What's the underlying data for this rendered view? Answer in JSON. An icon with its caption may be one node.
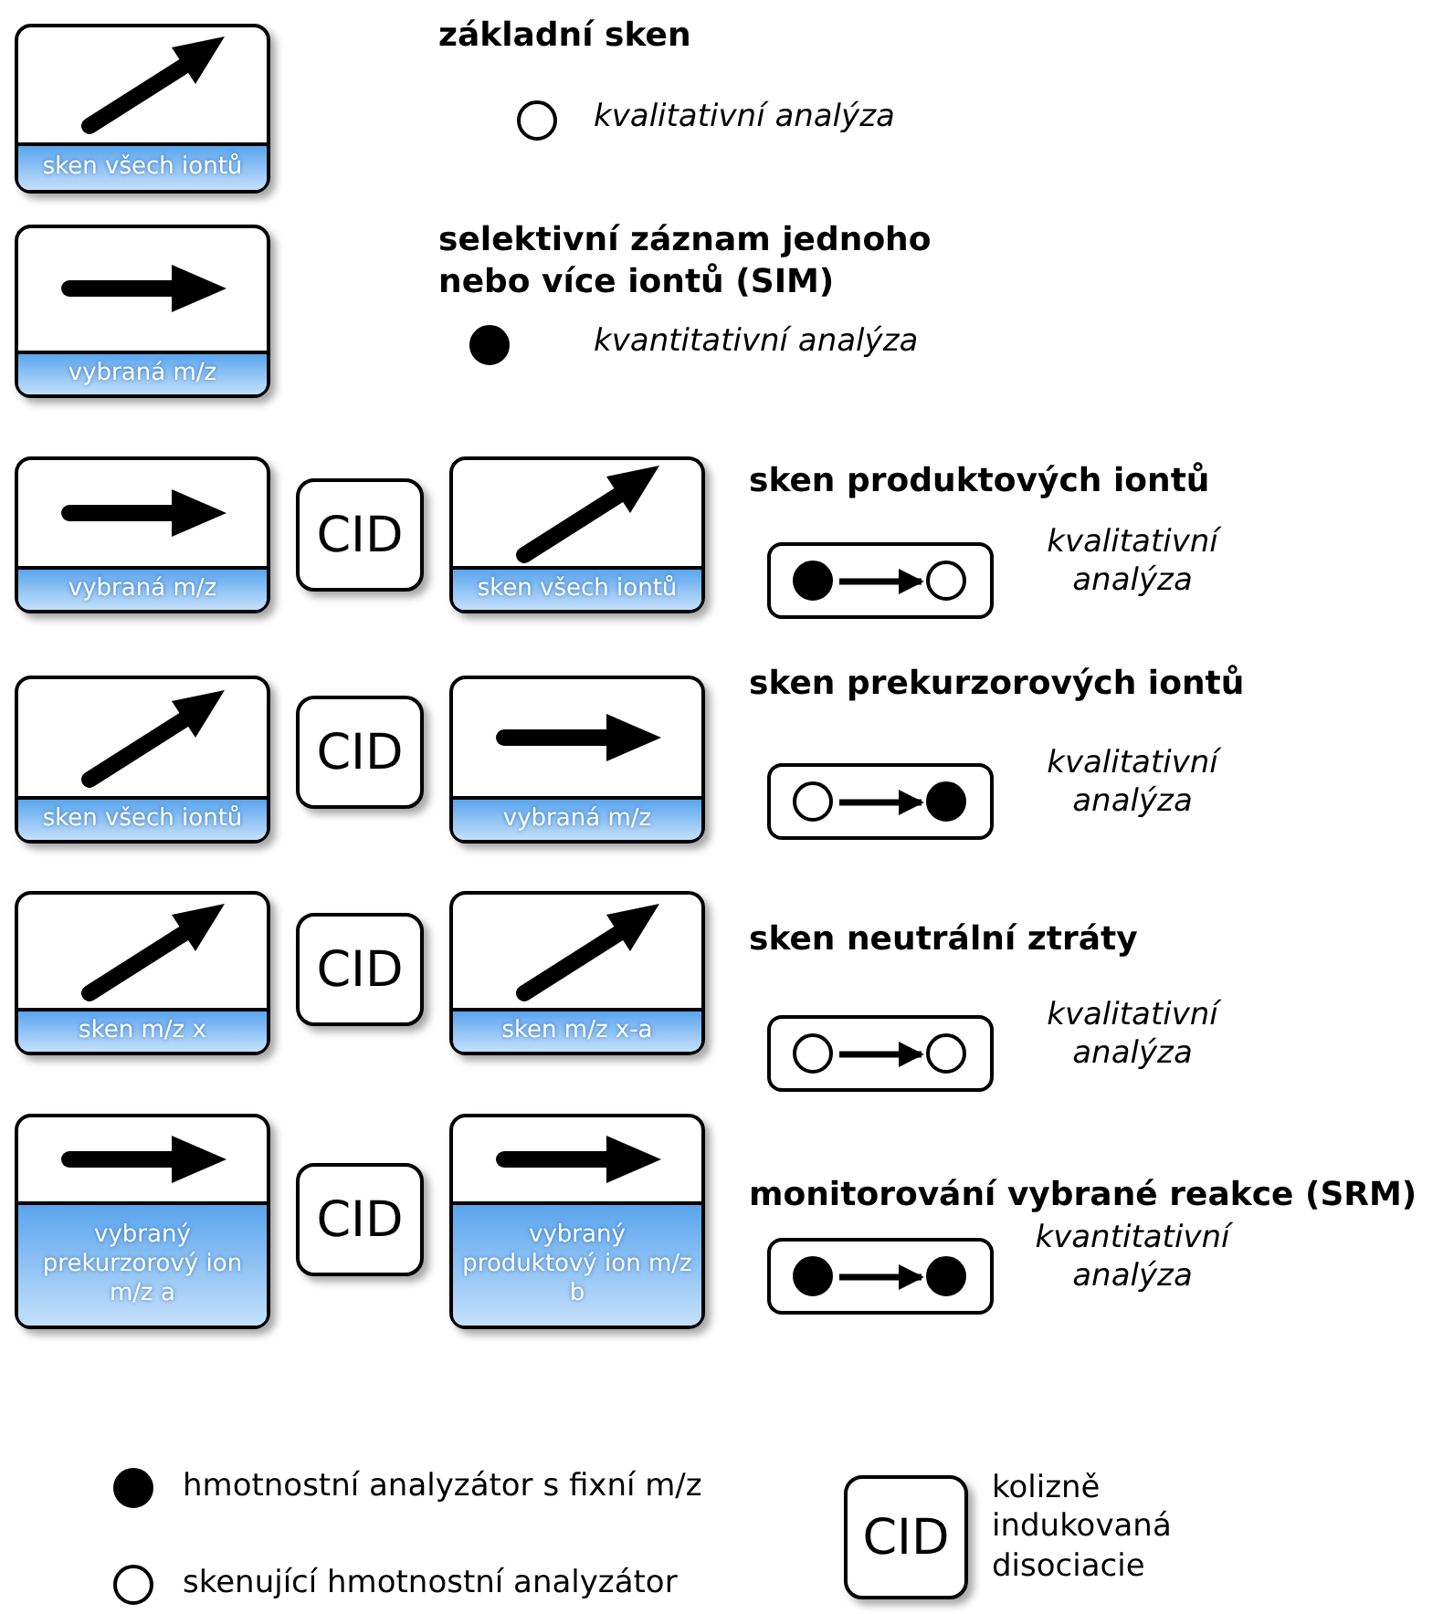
{
  "diagram": {
    "nodes": [
      {
        "text": [
          "sken všech iontů"
        ]
      },
      {
        "text": [
          "vybraná m/z"
        ]
      },
      {
        "text": [
          "vybraná m/z"
        ]
      },
      {
        "text": [
          "CID"
        ]
      },
      {
        "text": [
          "sken všech iontů"
        ]
      },
      {
        "text": [],
        "shape": "box",
        "beside": [
          "kvalitativní analýza"
        ]
      },
      {
        "text": [],
        "shape": "circle",
        "in": 5
      },
      {
        "text": [],
        "shape": "circle",
        "in": 5
      },
      {
        "text": [
          "sken všech iontů"
        ]
      },
      {
        "text": [
          "CID"
        ]
      },
      {
        "text": [
          "vybraná m/z"
        ]
      },
      {
        "text": [],
        "shape": "box",
        "beside": [
          "kvalitativní analýza"
        ]
      },
      {
        "text": [],
        "shape": "circle",
        "in": 11
      },
      {
        "text": [],
        "shape": "circle",
        "in": 11
      },
      {
        "text": [
          "sken m/z x"
        ]
      },
      {
        "text": [
          "CID"
        ]
      },
      {
        "text": [
          "sken m/z x-a"
        ]
      },
      {
        "text": [],
        "shape": "box",
        "beside": [
          "kvalitativní analýza"
        ]
      },
      {
        "text": [],
        "shape": "circle",
        "in": 17
      },
      {
        "text": [],
        "shape": "circle",
        "in": 17
      },
      {
        "text": [
          "vybraný prekurzorový ion m/z a"
        ]
      },
      {
        "text": [
          "CID"
        ]
      },
      {
        "text": [
          "vybraný produktový ion m/z b"
        ]
      },
      {
        "text": [],
        "shape": "box",
        "beside": [
          "kvantitativní analýza"
        ]
      },
      {
        "text": [],
        "shape": "circle",
        "in": 23
      },
      {
        "text": [],
        "shape": "circle",
        "in": 23
      },
      {
        "text": [
          "CID"
        ],
        "beside": [
          "kolizně indukovaná disociacie"
        ]
      }
    ],
    "edges": [
      {
        "from": 6,
        "to": 7,
        "arrow": "to"
      },
      {
        "from": 12,
        "to": 13,
        "arrow": "to"
      },
      {
        "from": 18,
        "to": 19,
        "arrow": "to"
      },
      {
        "from": 24,
        "to": 25,
        "arrow": "to"
      }
    ],
    "labels": [
      "základní sken",
      "kvalitativní analýza",
      "selektivní záznam jednoho nebo více iontů (SIM)",
      "kvantitativní analýza",
      "sken produktových iontů",
      "sken prekurzorových iontů",
      "sken neutrální ztráty",
      "monitorování vybrané reakce (SRM)"
    ],
    "legend": [
      {
        "text": "hmotnostní analyzátor s fixní m/z"
      },
      {
        "text": "skenující hmotnostní analyzátor"
      }
    ]
  }
}
